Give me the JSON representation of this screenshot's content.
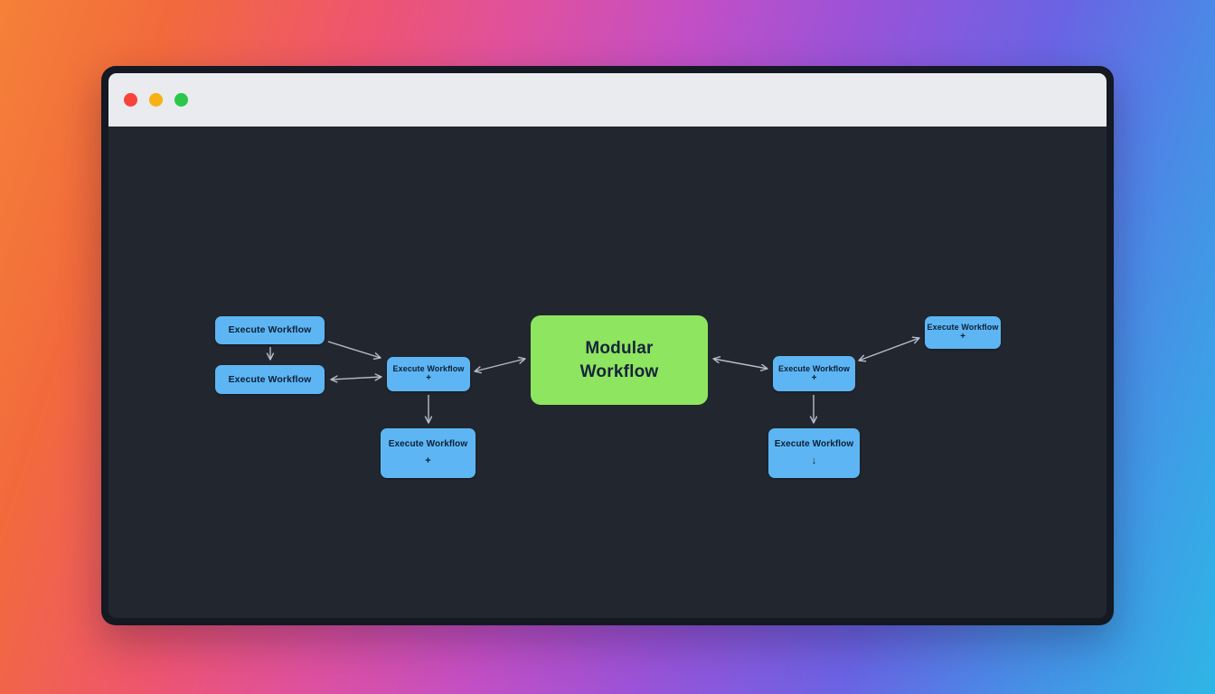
{
  "window": {
    "titlebar": {
      "buttons": [
        {
          "name": "close",
          "color": "#f8433b"
        },
        {
          "name": "minimize",
          "color": "#f7b113"
        },
        {
          "name": "zoom",
          "color": "#2bc74b"
        }
      ]
    }
  },
  "diagram": {
    "center": {
      "line1": "Modular",
      "line2": "Workflow"
    },
    "nodes": {
      "left_top": {
        "label": "Execute Workflow",
        "symbol": ""
      },
      "left_bottom": {
        "label": "Execute Workflow",
        "symbol": ""
      },
      "left_hub": {
        "label": "Execute Workflow",
        "symbol": "+"
      },
      "left_child": {
        "label": "Execute Workflow",
        "symbol": "+"
      },
      "right_hub": {
        "label": "Execute Workflow",
        "symbol": "+"
      },
      "right_top": {
        "label": "Execute Workflow",
        "symbol": "+"
      },
      "right_child": {
        "label": "Execute Workflow",
        "symbol": "↓"
      }
    },
    "colors": {
      "node_fill": "#5db6f3",
      "node_text": "#0e1e35",
      "center_fill": "#8ee55f",
      "center_text": "#16233c",
      "edge": "#b4bdcc",
      "canvas": "#22262f",
      "frame": "#141923",
      "titlebar": "#e9ebee"
    }
  }
}
